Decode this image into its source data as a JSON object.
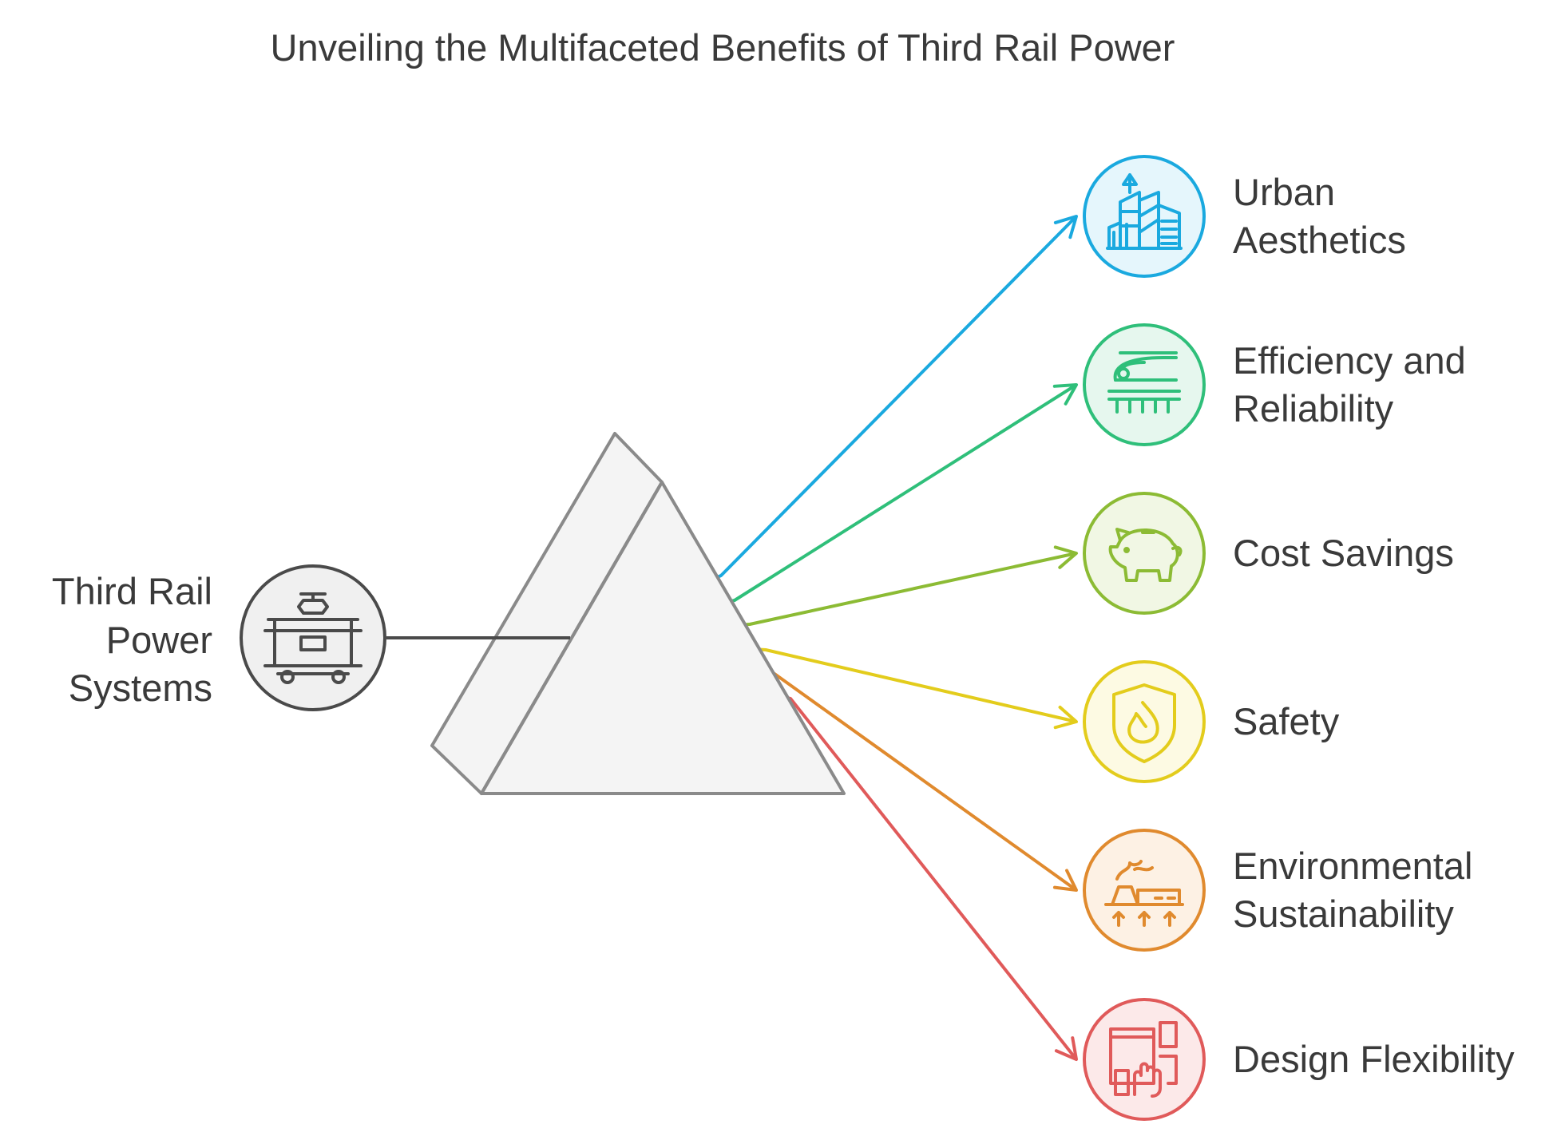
{
  "title": "Unveiling the Multifaceted Benefits of Third Rail Power",
  "source": {
    "label_lines": [
      "Third Rail",
      "Power",
      "Systems"
    ],
    "icon": "tram-icon",
    "color": "#4a4a4a",
    "fill": "#f0f0f0"
  },
  "prism": {
    "stroke": "#8a8a8a",
    "fill": "#f4f4f4"
  },
  "benefits": [
    {
      "id": "urban-aesthetics",
      "label_lines": [
        "Urban",
        "Aesthetics"
      ],
      "icon": "city-buildings-icon",
      "color": "#1aa9df",
      "fill": "#e5f6fc"
    },
    {
      "id": "efficiency-reliability",
      "label_lines": [
        "Efficiency and",
        "Reliability"
      ],
      "icon": "high-speed-train-icon",
      "color": "#2fbf7a",
      "fill": "#e6f7ee"
    },
    {
      "id": "cost-savings",
      "label_lines": [
        "Cost Savings"
      ],
      "icon": "piggy-bank-icon",
      "color": "#8cbb34",
      "fill": "#f1f7e4"
    },
    {
      "id": "safety",
      "label_lines": [
        "Safety"
      ],
      "icon": "fire-shield-icon",
      "color": "#e3cc1c",
      "fill": "#fdfae3"
    },
    {
      "id": "environmental-sustainability",
      "label_lines": [
        "Environmental",
        "Sustainability"
      ],
      "icon": "factory-emissions-icon",
      "color": "#e08a2e",
      "fill": "#fdf1e4"
    },
    {
      "id": "design-flexibility",
      "label_lines": [
        "Design Flexibility"
      ],
      "icon": "touch-devices-icon",
      "color": "#e05a5a",
      "fill": "#fce9e9"
    }
  ]
}
